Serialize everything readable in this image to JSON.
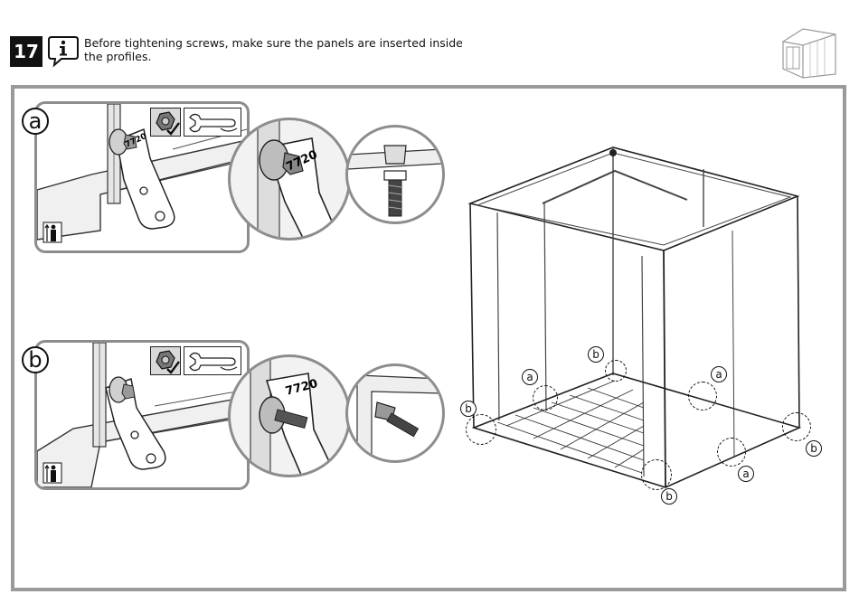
{
  "header": {
    "step_number": "17",
    "info_icon": "info-icon",
    "instruction_text": "Before tightening screws, make sure the panels are inserted inside the profiles."
  },
  "details": [
    {
      "label": "a",
      "bracket_code": "7720",
      "zoom_code": "7720"
    },
    {
      "label": "b",
      "bracket_code": "7720",
      "zoom_code": "7720"
    }
  ],
  "shed_markers": [
    {
      "label": "b"
    },
    {
      "label": "a"
    },
    {
      "label": "a"
    },
    {
      "label": "b"
    },
    {
      "label": "a"
    },
    {
      "label": "b"
    },
    {
      "label": "a"
    },
    {
      "label": "b"
    }
  ],
  "icons": [
    "shed-thumbnail-icon",
    "nut-check-icon",
    "wrench-icon",
    "person-height-icon"
  ]
}
